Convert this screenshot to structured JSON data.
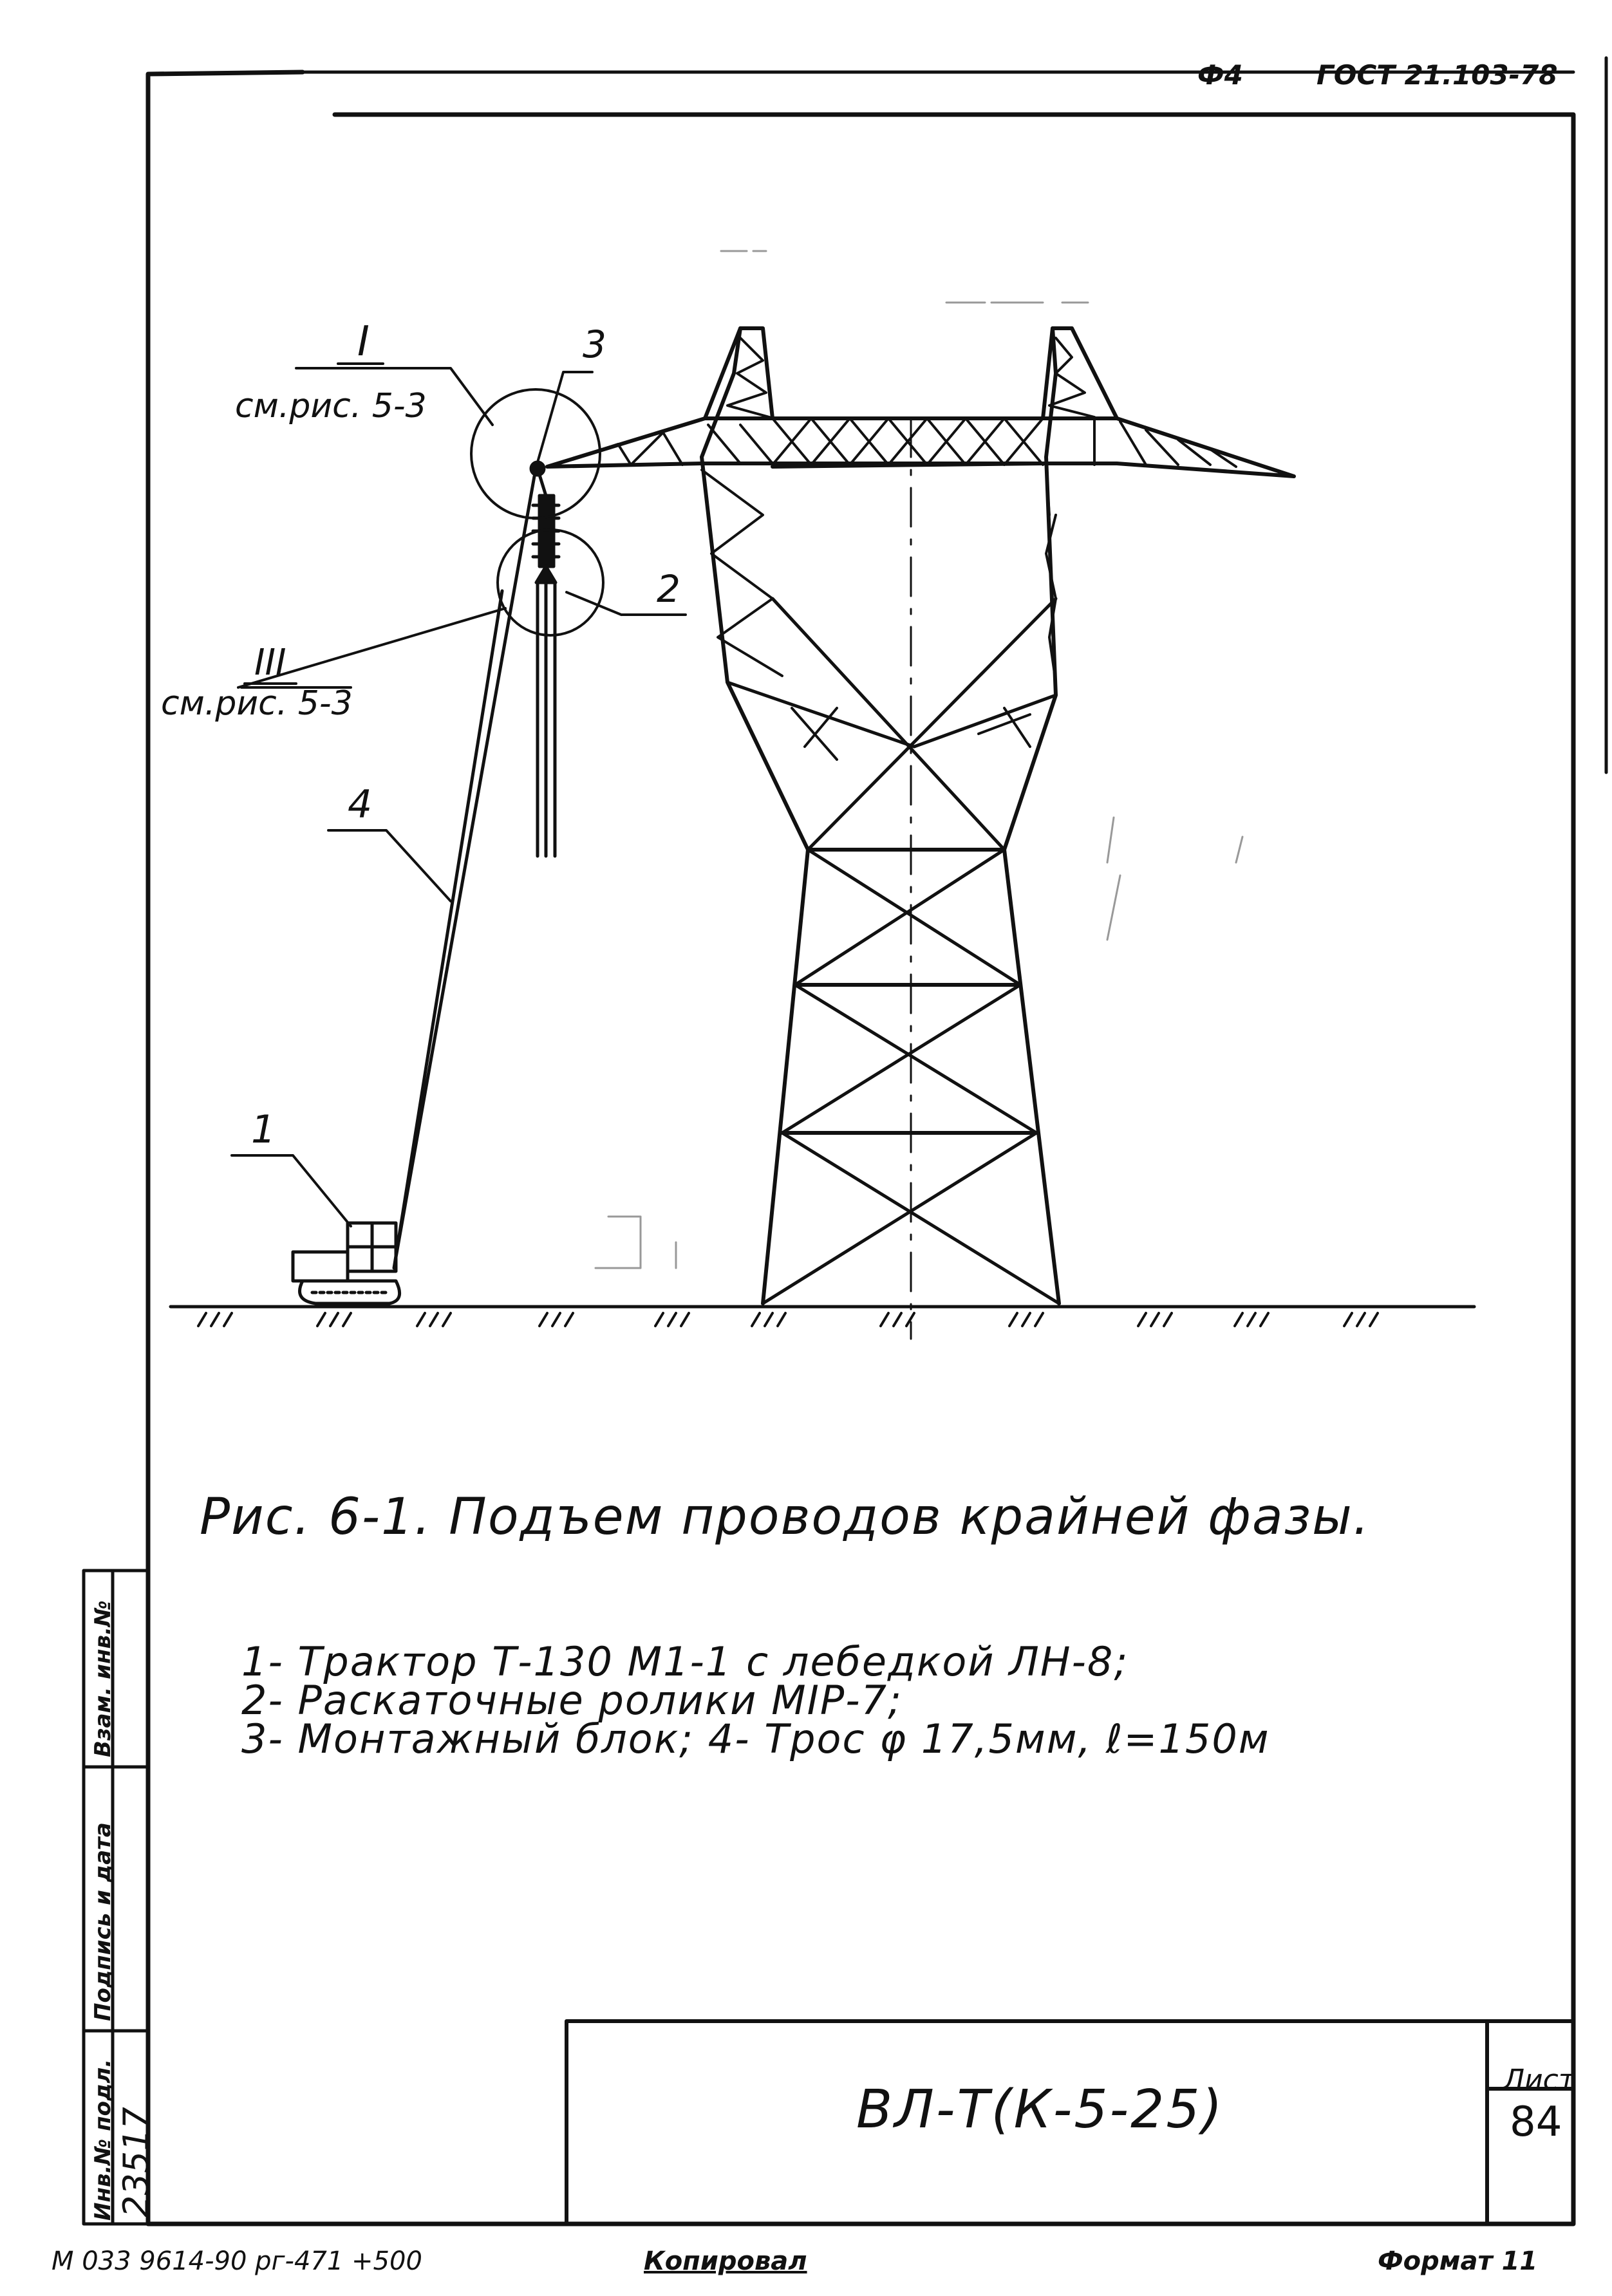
{
  "header": {
    "format_code": "Ф4",
    "standard": "ГОСТ 21.103-78"
  },
  "callouts": {
    "detail_I": "I",
    "detail_I_ref": "см.рис. 5-3",
    "detail_III": "III",
    "detail_III_ref": "см.рис. 5-3",
    "item_1": "1",
    "item_2": "2",
    "item_3": "3",
    "item_4": "4"
  },
  "caption": "Рис. 6-1. Подъем проводов крайней фазы.",
  "legend": [
    "1- Трактор Т-130 М1-1 с лебедкой ЛН-8;",
    "2- Раскаточные ролики МIР-7;",
    "3- Монтажный блок; 4- Трос φ 17,5мм, ℓ=150м"
  ],
  "side_stamp": {
    "inv_podl_label": "Инв.№ подл.",
    "inv_podl_value": "23517",
    "signature_label": "Подпись и дата",
    "vzam_label": "Взам. инв.№"
  },
  "title_block": {
    "code": "ВЛ-Т(К-5-25)",
    "sheet_label": "Лист",
    "sheet_number": "84"
  },
  "footer": {
    "left_note": "М 033 9614-90 рг-471 +500",
    "copied": "Копировал",
    "format": "Формат 11"
  }
}
